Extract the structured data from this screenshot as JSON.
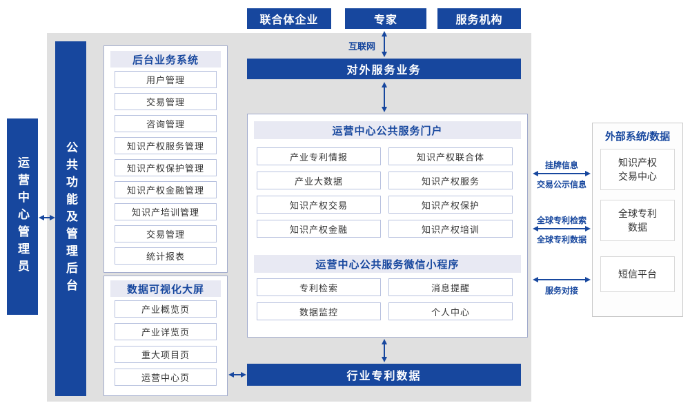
{
  "colors": {
    "primary": "#17479e",
    "panel": "#e0e0e0",
    "header_bg": "#e8e9f3",
    "item_border": "#b6c0de"
  },
  "top_actors": [
    "联合体企业",
    "专家",
    "服务机构"
  ],
  "internet_label": "互联网",
  "external_service_bar": "对外服务业务",
  "left": {
    "admin_label": "运营中心管理员",
    "backend_label": "公共功能及管理后台"
  },
  "backend_system": {
    "title": "后台业务系统",
    "items": [
      "用户管理",
      "交易管理",
      "咨询管理",
      "知识产权服务管理",
      "知识产权保护管理",
      "知识产权金融管理",
      "知识产培训管理",
      "交易管理",
      "统计报表"
    ]
  },
  "data_viz": {
    "title": "数据可视化大屏",
    "items": [
      "产业概览页",
      "产业详览页",
      "重大项目页",
      "运营中心页"
    ]
  },
  "portal": {
    "title": "运营中心公共服务门户",
    "items": [
      "产业专利情报",
      "知识产权联合体",
      "产业大数据",
      "知识产权服务",
      "知识产权交易",
      "知识产权保护",
      "知识产权金融",
      "知识产权培训"
    ]
  },
  "mini_program": {
    "title": "运营中心公共服务微信小程序",
    "items": [
      "专利检索",
      "消息提醒",
      "数据监控",
      "个人中心"
    ]
  },
  "industry_patent_bar": "行业专利数据",
  "external_systems": {
    "title": "外部系统/数据",
    "items": [
      "知识产权\n交易中心",
      "全球专利\n数据",
      "短信平台"
    ]
  },
  "links": {
    "listing": {
      "top": "挂牌信息",
      "bottom": "交易公示信息"
    },
    "global_patent": {
      "top": "全球专利检索",
      "bottom": "全球专利数据"
    },
    "service": {
      "bottom": "服务对接"
    }
  }
}
